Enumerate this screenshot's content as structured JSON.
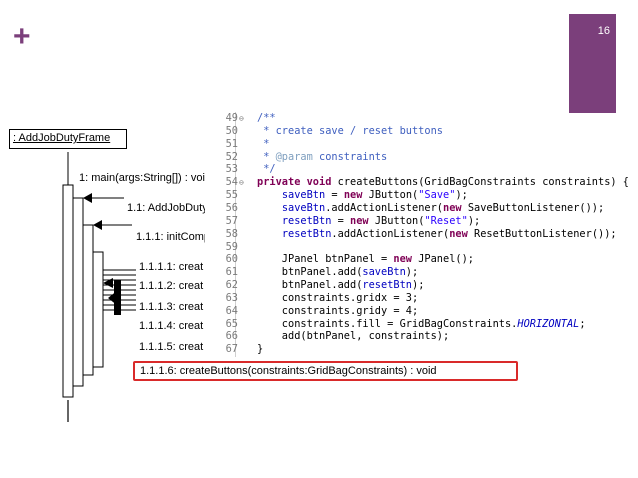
{
  "slide": {
    "number": "16",
    "plus_glyph": "+",
    "accent_color": "#7b3f7b"
  },
  "diagram": {
    "object_name": ": AddJobDutyFrame",
    "messages": [
      "1: main(args:String[]) : void",
      "1.1: AddJobDuty",
      "1.1.1: initComp",
      "1.1.1.1: creat",
      "1.1.1.2: creat",
      "1.1.1.3: creat",
      "1.1.1.4: creat",
      "1.1.1.5: creat"
    ],
    "highlighted_message": "1.1.1.6: createButtons(constraints:GridBagConstraints) : void",
    "highlight_color": "#d92a2a"
  },
  "code": {
    "lines": [
      {
        "num": "49",
        "fold": "⊖",
        "text": "/**"
      },
      {
        "num": "50",
        "fold": "",
        "text": " * create save / reset buttons"
      },
      {
        "num": "51",
        "fold": "",
        "text": " *"
      },
      {
        "num": "52",
        "fold": "",
        "text": " * @param constraints"
      },
      {
        "num": "53",
        "fold": "",
        "text": " */"
      },
      {
        "num": "54",
        "fold": "⊖",
        "text": "private void createButtons(GridBagConstraints constraints) {"
      },
      {
        "num": "55",
        "fold": "",
        "text": "    saveBtn = new JButton(\"Save\");"
      },
      {
        "num": "56",
        "fold": "",
        "text": "    saveBtn.addActionListener(new SaveButtonListener());"
      },
      {
        "num": "57",
        "fold": "",
        "text": "    resetBtn = new JButton(\"Reset\");"
      },
      {
        "num": "58",
        "fold": "",
        "text": "    resetBtn.addActionListener(new ResetButtonListener());"
      },
      {
        "num": "59",
        "fold": "",
        "text": ""
      },
      {
        "num": "60",
        "fold": "",
        "text": "    JPanel btnPanel = new JPanel();"
      },
      {
        "num": "61",
        "fold": "",
        "text": "    btnPanel.add(saveBtn);"
      },
      {
        "num": "62",
        "fold": "",
        "text": "    btnPanel.add(resetBtn);"
      },
      {
        "num": "63",
        "fold": "",
        "text": "    constraints.gridx = 3;"
      },
      {
        "num": "64",
        "fold": "",
        "text": "    constraints.gridy = 4;"
      },
      {
        "num": "65",
        "fold": "",
        "text": "    constraints.fill = GridBagConstraints.HORIZONTAL;"
      },
      {
        "num": "66",
        "fold": "",
        "text": "    add(btnPanel, constraints);"
      },
      {
        "num": "67",
        "fold": "",
        "text": "}"
      }
    ],
    "colors": {
      "keyword": "#7f0055",
      "comment": "#3f5fbf",
      "string": "#2a00ff",
      "field": "#0000c0",
      "text": "#000000"
    }
  }
}
